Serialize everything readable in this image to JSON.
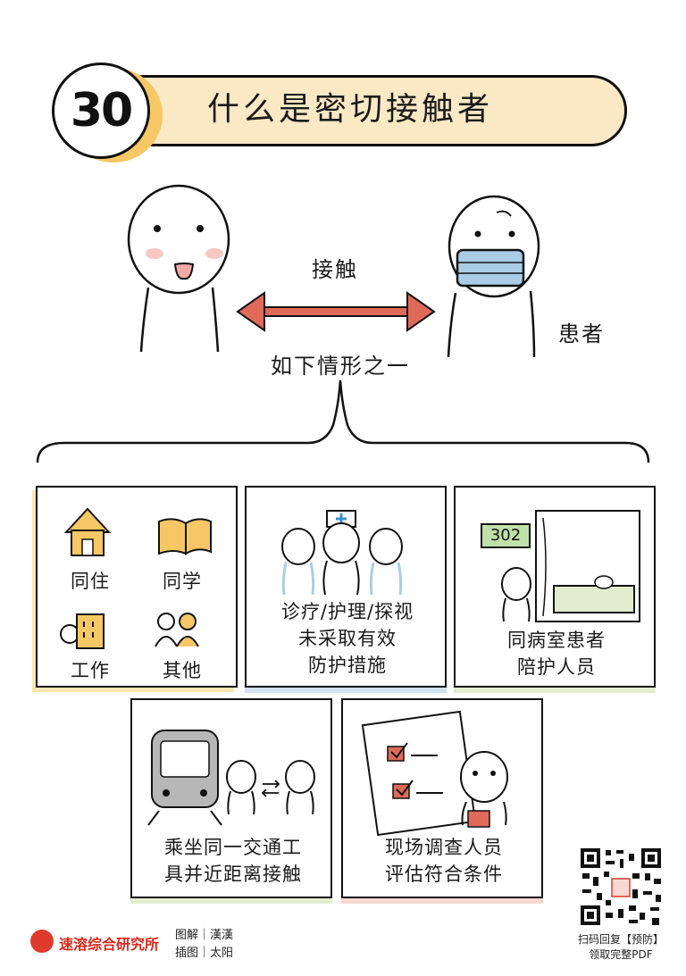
{
  "header": {
    "number": "30",
    "title": "什么是密切接触者"
  },
  "scene": {
    "contact_label": "接触",
    "patient_label": "患者",
    "condition_label": "如下情形之一"
  },
  "cards": {
    "household": {
      "items": [
        "同住",
        "同学",
        "工作",
        "其他"
      ]
    },
    "medical": {
      "line1": "诊疗/护理/探视",
      "line2": "未采取有效",
      "line3": "防护措施"
    },
    "ward": {
      "room_number": "302",
      "line1": "同病室患者",
      "line2": "陪护人员"
    },
    "transport": {
      "line1": "乘坐同一交通工",
      "line2": "具并近距离接触"
    },
    "assessment": {
      "line1": "现场调查人员",
      "line2": "评估符合条件"
    }
  },
  "footer": {
    "logo_text": "速溶综合研究所",
    "credit1": "图解｜漢漢",
    "credit2": "插图｜太阳",
    "qr_line1": "扫码回复【预防】",
    "qr_line2": "领取完整PDF"
  },
  "colors": {
    "accent_yellow": "#f6c764",
    "title_bg": "#fbe8c4",
    "arrow_red": "#e06a5a",
    "mask_blue": "#a9cde6",
    "logo_red": "#e03a2c"
  }
}
